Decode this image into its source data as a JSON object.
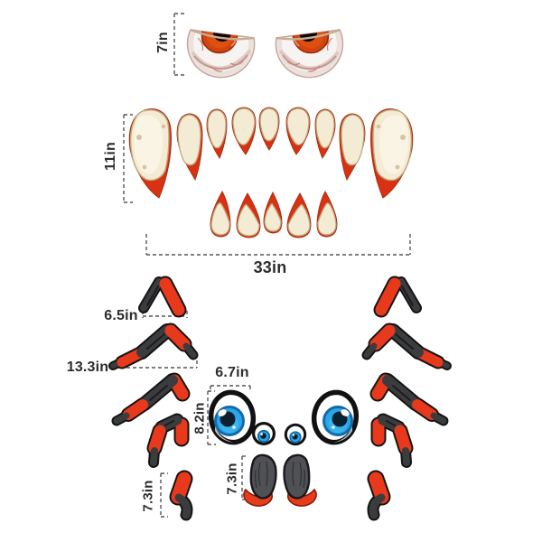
{
  "image": {
    "title": "Halloween monster face and spider decals size chart",
    "background": "#ffffff"
  },
  "labels": {
    "monster_eyes_height": "7in",
    "monster_teeth_height": "11in",
    "monster_teeth_width": "33in",
    "spider_leg_top": "6.5in",
    "spider_leg_long": "13.3in",
    "spider_eye_width": "6.7in",
    "spider_eye_height": "8.2in",
    "spider_leg_bottom": "7.3in",
    "spider_fangs_height": "7.3in"
  },
  "palette": {
    "background": "#ffffff",
    "dimension_line": "#555555",
    "label_text": "#2e2c2b",
    "leg_red": "#e8391c",
    "leg_dark": "#3b3c3e",
    "leg_outline": "#141414",
    "tooth_cream": "#f3ebd3",
    "tooth_edge_tan": "#bfa67c",
    "tooth_tip_red": "#d93212",
    "monster_iris_orange": "#d2430f",
    "monster_pupil": "#0b0706",
    "spider_eye_blue": "#2aa7e8",
    "spider_eye_ring": "#136aa8",
    "fang_gray": "#505155"
  },
  "parts": {
    "monster_eye_left": "angry monster eyeball, red iris",
    "monster_eye_right": "angry monster eyeball, red iris",
    "teeth_upper": "nine upper fangs with bloody tips",
    "teeth_lower": "five lower teeth with bloody tips",
    "spider_legs_left": "five jointed red and black spider legs",
    "spider_legs_right": "five jointed red and black spider legs",
    "spider_eyes": "two large and two small cartoon spider eyes",
    "spider_fangs": "two dark spider fangs with red tips"
  }
}
